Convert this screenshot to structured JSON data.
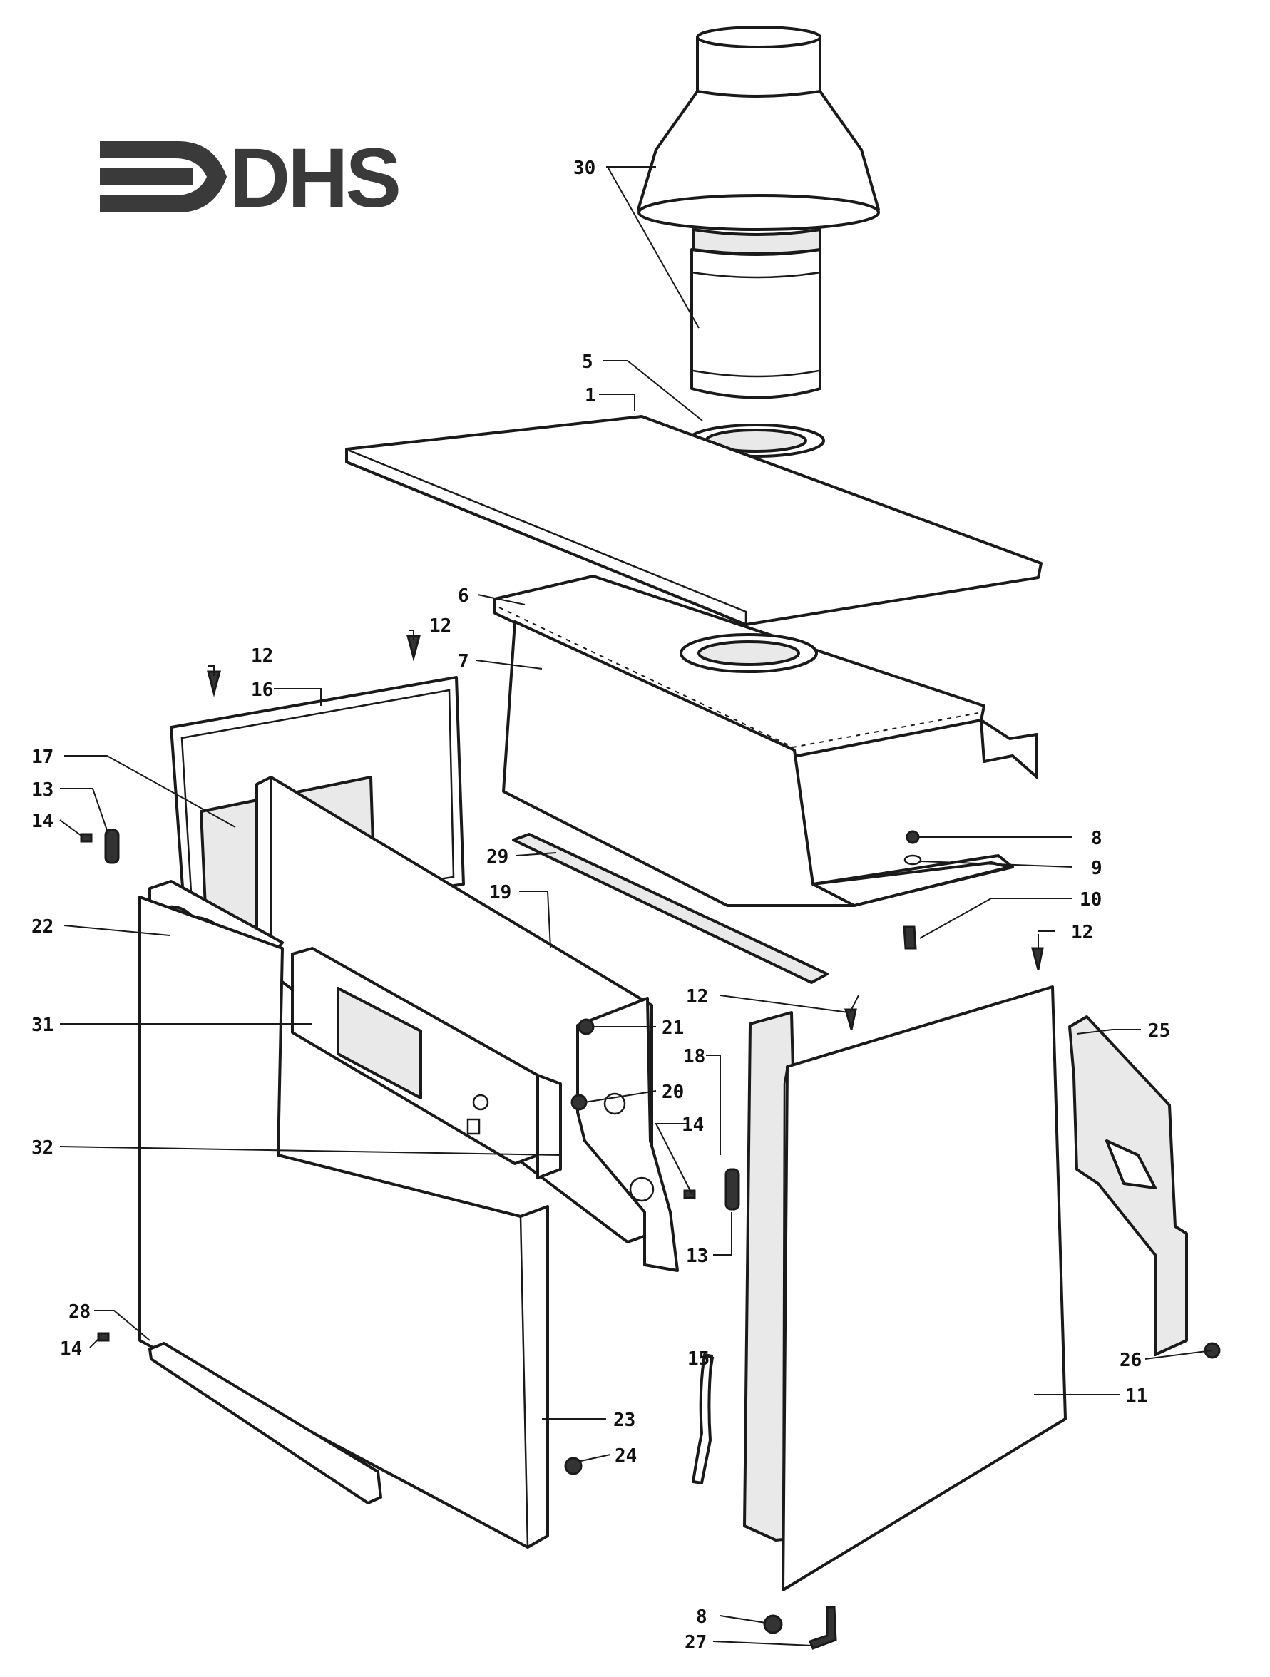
{
  "logo": {
    "text": "DHS"
  },
  "callouts": [
    "30",
    "5",
    "1",
    "6",
    "7",
    "12",
    "16",
    "17",
    "13",
    "14",
    "22",
    "31",
    "32",
    "29",
    "19",
    "8",
    "9",
    "10",
    "21",
    "20",
    "18",
    "25",
    "26",
    "11",
    "15",
    "23",
    "24",
    "28",
    "27"
  ],
  "labels": {
    "l30": "30",
    "l5": "5",
    "l1": "1",
    "l6": "6",
    "l7": "7",
    "l12a": "12",
    "l12b": "12",
    "l12c": "12",
    "l12d": "12",
    "l16": "16",
    "l17": "17",
    "l13a": "13",
    "l13b": "13",
    "l14a": "14",
    "l14b": "14",
    "l14c": "14",
    "l22": "22",
    "l31": "31",
    "l32": "32",
    "l29": "29",
    "l19": "19",
    "l8a": "8",
    "l8b": "8",
    "l9": "9",
    "l10": "10",
    "l21": "21",
    "l20": "20",
    "l18": "18",
    "l25": "25",
    "l26": "26",
    "l11": "11",
    "l15": "15",
    "l23": "23",
    "l24": "24",
    "l28": "28",
    "l27": "27"
  }
}
